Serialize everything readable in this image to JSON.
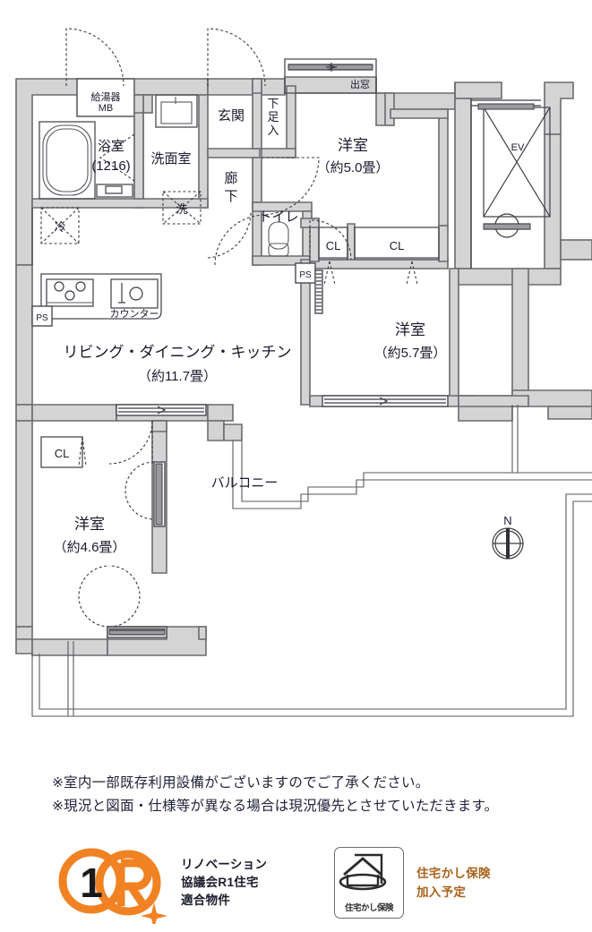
{
  "plan": {
    "rooms": [
      {
        "id": "ldk",
        "name": "リビング・ダイニング・キッチン",
        "size": "（約11.7畳）"
      },
      {
        "id": "bed_north",
        "name": "洋室",
        "size": "（約5.0畳）"
      },
      {
        "id": "bed_east",
        "name": "洋室",
        "size": "（約5.7畳）"
      },
      {
        "id": "bed_south",
        "name": "洋室",
        "size": "（約4.6畳）"
      },
      {
        "id": "bath",
        "name": "浴室",
        "size": "(1216)"
      },
      {
        "id": "washroom",
        "name": "洗面室"
      },
      {
        "id": "toilet",
        "name": "トイレ"
      },
      {
        "id": "entrance",
        "name": "玄関"
      },
      {
        "id": "corridor",
        "name": "廊下"
      },
      {
        "id": "shoebox",
        "name": "下足入"
      },
      {
        "id": "balcony",
        "name": "バルコニー"
      }
    ],
    "labels": {
      "water_heater": "給湯器",
      "water_heater_mb": "MB",
      "counter": "カウンター",
      "bay_window": "出窓",
      "elevator": "EV",
      "fridge": "冷",
      "washer": "洗",
      "closet": "CL",
      "pipe_shaft": "PS",
      "compass_north": "N"
    },
    "closets": [
      "CL",
      "CL",
      "CL"
    ],
    "pipe_shafts": [
      "PS",
      "PS",
      "PS"
    ],
    "colors": {
      "wall_fill": "#d4d4d4",
      "wall_stroke": "#6a6a70",
      "line": "#2f2f38",
      "text": "#1a1a2e",
      "accent_orange": "#f08223",
      "insurance_text": "#a9631c"
    }
  },
  "notes": [
    "※室内一部既存利用設備がございますのでご了承ください。",
    "※現況と図面・仕様等が異なる場合は現況優先とさせていただきます。"
  ],
  "badges": {
    "r1": {
      "numeral": "1",
      "letter": "R",
      "lines": [
        "リノベーション",
        "協議会R1住宅",
        "適合物件"
      ]
    },
    "insurance": {
      "box_caption": "住宅かし保険",
      "lines": [
        "住宅かし保険",
        "加入予定"
      ]
    }
  }
}
